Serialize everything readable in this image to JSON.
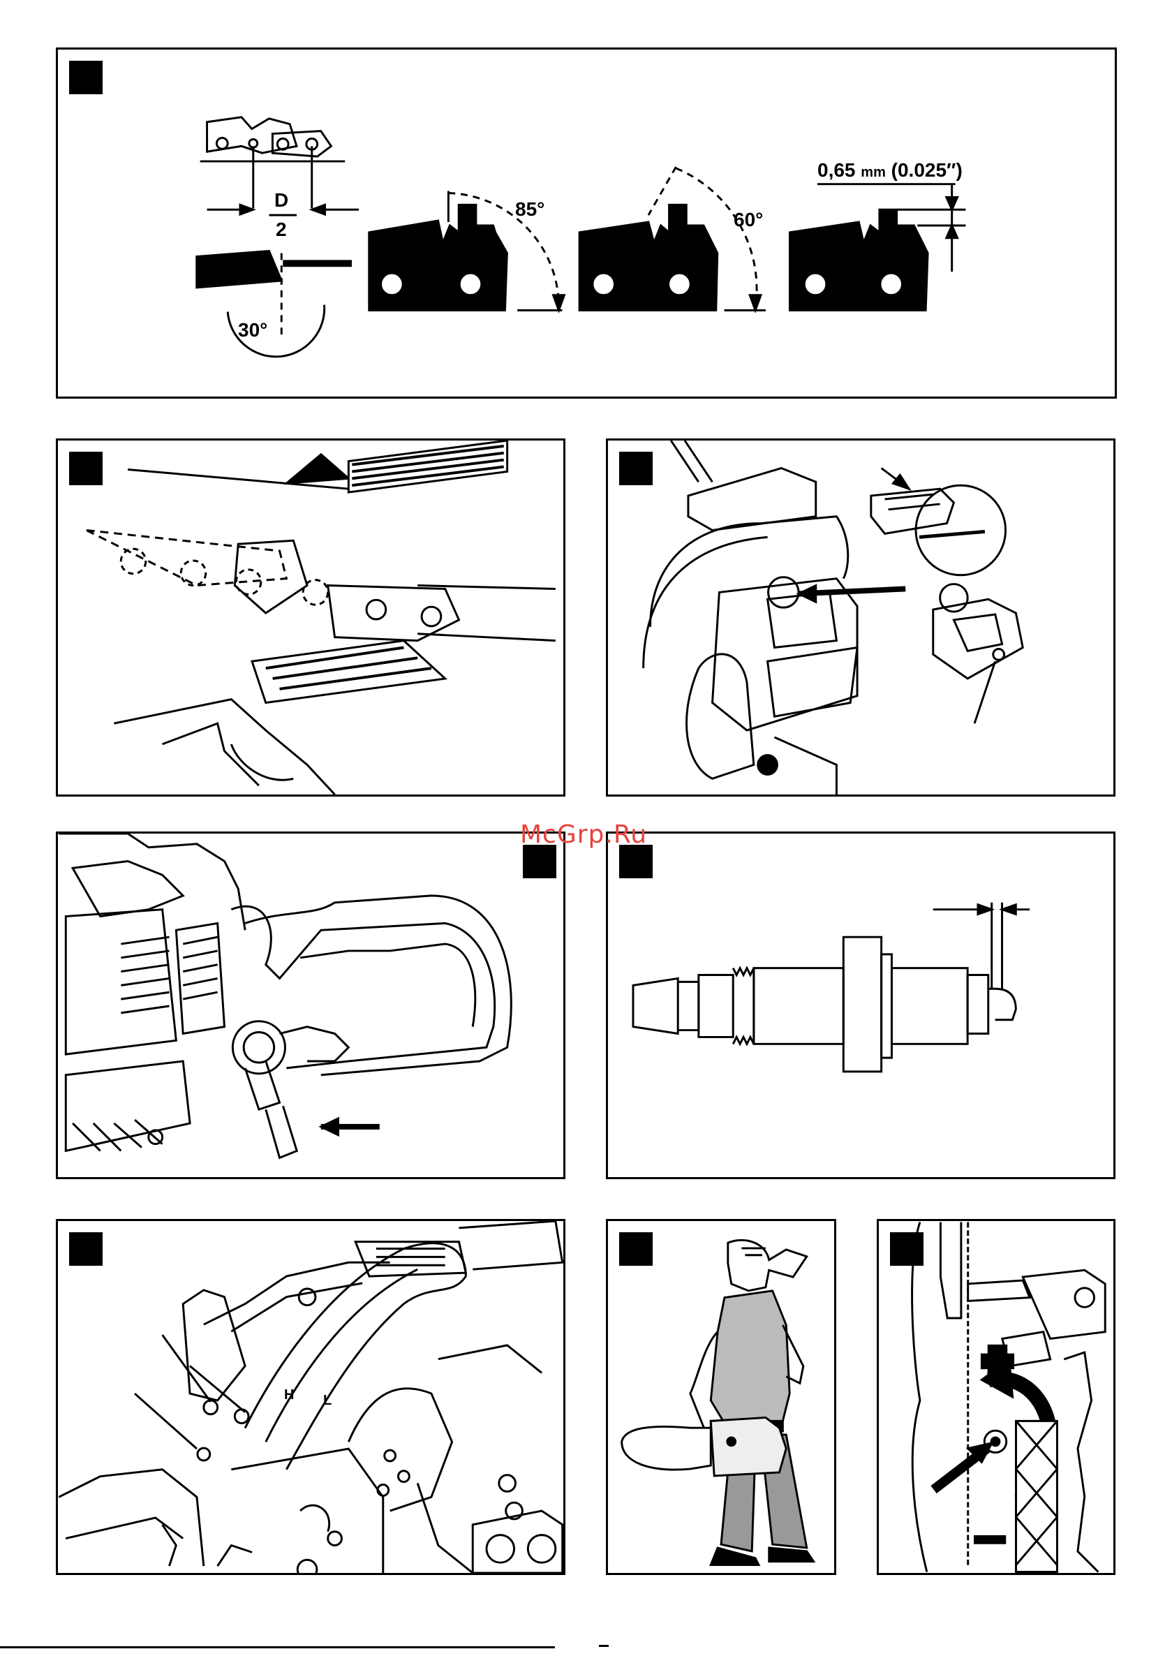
{
  "panel_top": {
    "fraction_numerator": "D",
    "fraction_denominator": "2",
    "angle_file": "30°",
    "angle_side_plate": "85°",
    "angle_top_plate": "60°",
    "depth_gauge_mm": "0,65",
    "depth_gauge_unit": "mm",
    "depth_gauge_inch": "(0.025",
    "depth_gauge_inch_unit": "″)"
  },
  "panel_carb": {
    "label_h": "H",
    "label_l": "L"
  },
  "watermark": "McGrp.Ru",
  "icons": [
    "file-icon",
    "air-filter-icon",
    "spark-plug-icon",
    "operator-icon",
    "oil-pump-icon"
  ]
}
